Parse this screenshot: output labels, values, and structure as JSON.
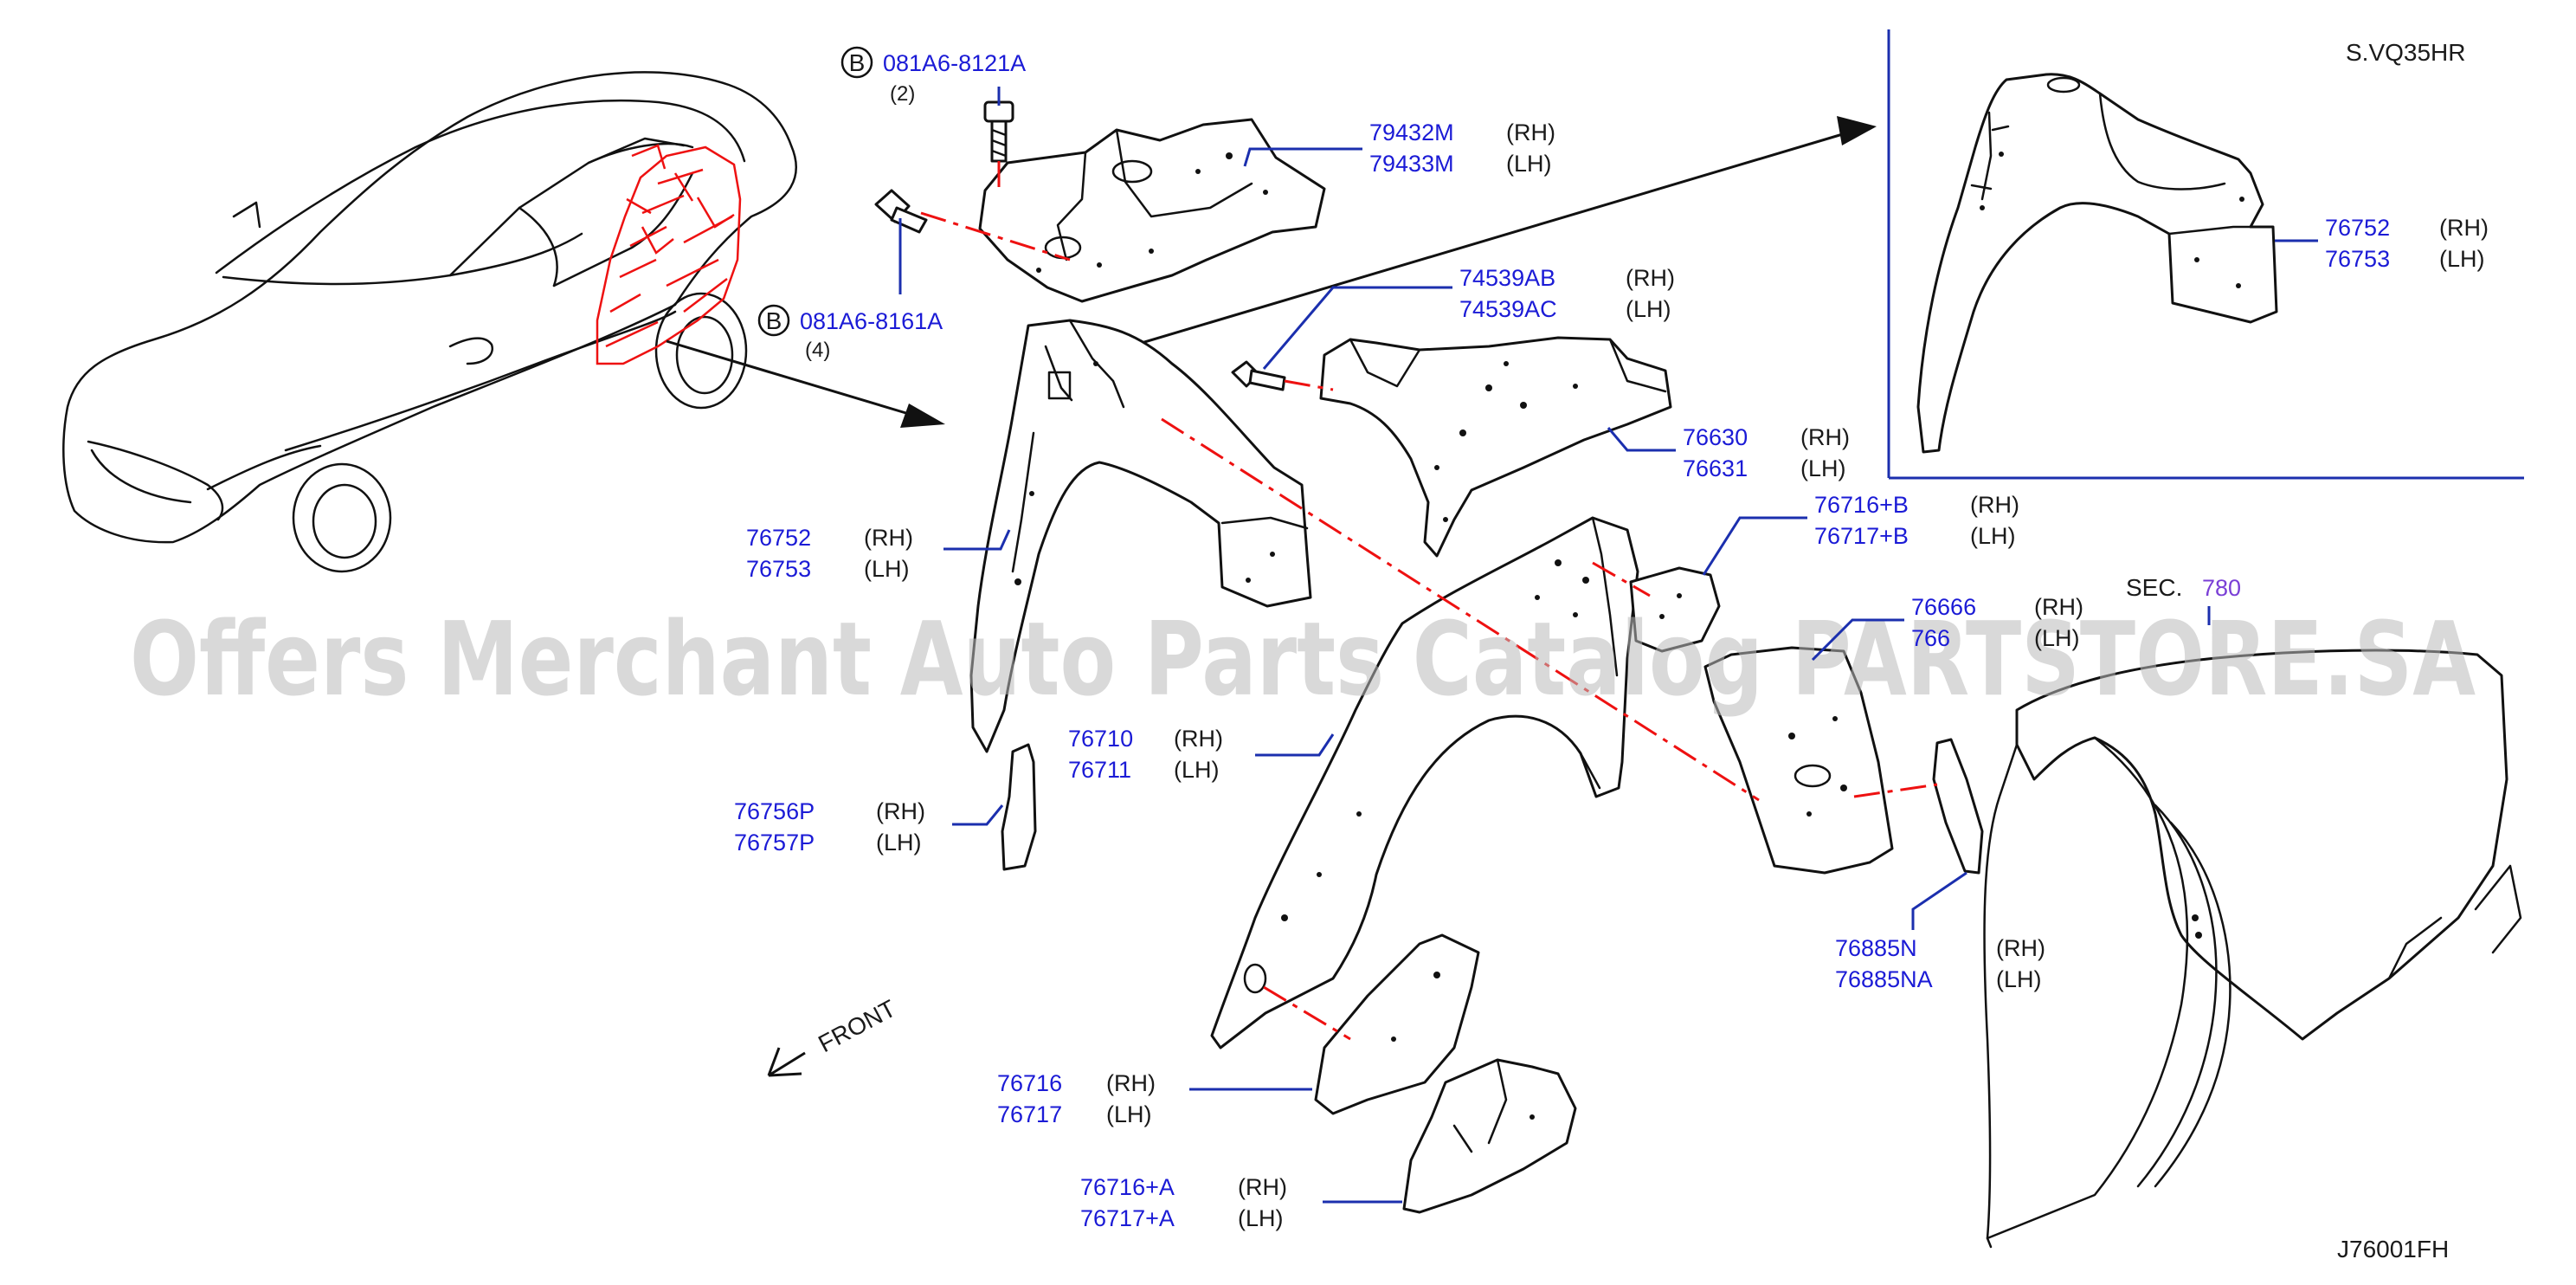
{
  "diagram_code": "J76001FH",
  "inset_label": "S.VQ35HR",
  "section_ref": {
    "prefix": "SEC.",
    "number": "780"
  },
  "watermark": "Offers Merchant Auto Parts Catalog PARTSTORE.SA",
  "front_label": "FRONT",
  "bolts": [
    {
      "marker": "B",
      "part": "081A6-8121A",
      "qty": "(2)"
    },
    {
      "marker": "B",
      "part": "081A6-8161A",
      "qty": "(4)"
    }
  ],
  "callouts": [
    {
      "rh": "79432M",
      "lh": "79433M"
    },
    {
      "rh": "74539AB",
      "lh": "74539AC"
    },
    {
      "rh": "76630",
      "lh": "76631"
    },
    {
      "rh": "76716+B",
      "lh": "76717+B"
    },
    {
      "rh": "76752",
      "lh": "76753"
    },
    {
      "rh": "76666",
      "lh": "766"
    },
    {
      "rh": "76710",
      "lh": "76711"
    },
    {
      "rh": "76756P",
      "lh": "76757P"
    },
    {
      "rh": "76885N",
      "lh": "76885NA"
    },
    {
      "rh": "76716",
      "lh": "76717"
    },
    {
      "rh": "76716+A",
      "lh": "76717+A"
    },
    {
      "rh": "76752",
      "lh": "76753"
    }
  ],
  "side_labels": {
    "rh": "(RH)",
    "lh": "(LH)"
  },
  "colors": {
    "part_number": "#1b1bd6",
    "leader": "#1b2fae",
    "highlight": "#e11111",
    "section_link": "#7a3fd6"
  }
}
